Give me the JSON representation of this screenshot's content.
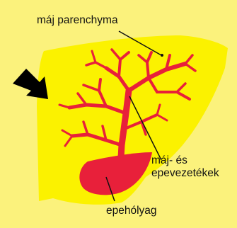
{
  "labels": {
    "parenchyma": "máj parenchyma",
    "ducts": "máj- és epevezetékek",
    "gallbladder": "epehólyag"
  },
  "icons": {
    "pointer": "black-arrow-icon"
  },
  "colors": {
    "background": "#FBF27C",
    "liver": "#FBF200",
    "ducts": "#E8203A",
    "gallbladder": "#E8203A",
    "leader_lines": "#111111",
    "arrow": "#000000"
  }
}
